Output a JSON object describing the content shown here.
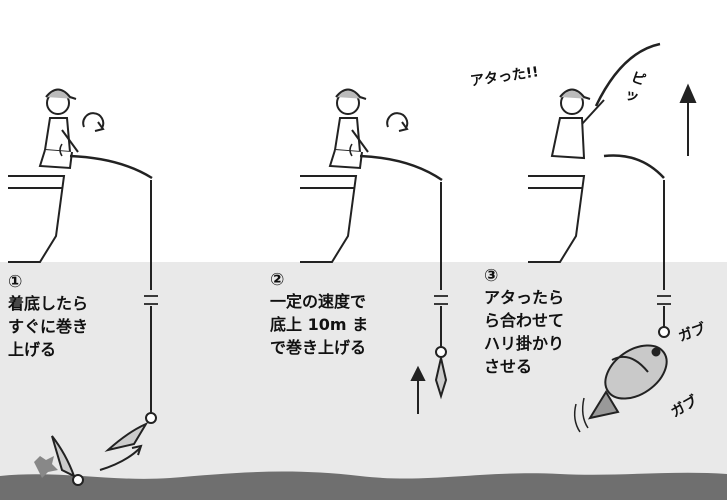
{
  "steps": [
    {
      "number": "①",
      "lines": [
        "着底したら",
        "すぐに巻き",
        "上げる"
      ]
    },
    {
      "number": "②",
      "lines": [
        "一定の速度で",
        "底上 10m ま",
        "で巻き上げる"
      ]
    },
    {
      "number": "③",
      "lines": [
        "アタったら",
        "ら合わせて",
        "ハリ掛かり",
        "させる"
      ]
    }
  ],
  "sound_effects": {
    "atatta": "アタった!!",
    "piku": "ピッ",
    "gabu1": "ガブ",
    "gabu2": "ガブ"
  },
  "colors": {
    "water": "#e9e9e9",
    "seabed": "#6f6f6f",
    "ink": "#222222"
  }
}
